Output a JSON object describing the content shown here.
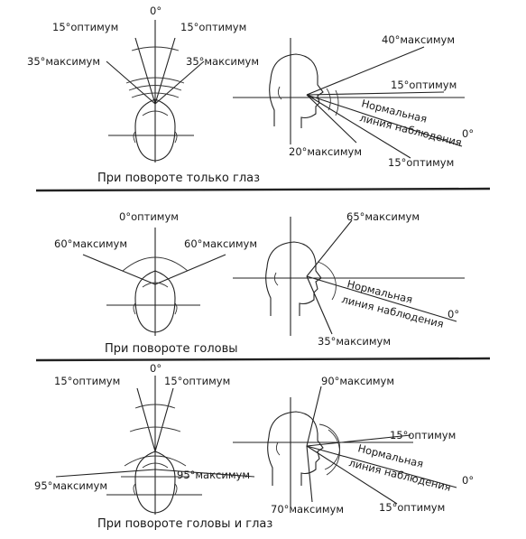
{
  "sections": [
    {
      "caption": "При повороте только глаз",
      "top": {
        "zero": "0°",
        "left_opt": "15°оптимум",
        "right_opt": "15°оптимум",
        "left_max": "35°максимум",
        "right_max": "35°максимум"
      },
      "side": {
        "up_max": "40°максимум",
        "up_opt": "15°оптимум",
        "normal_line_1": "Нормальная",
        "normal_line_2": "линия наблюдения",
        "zero": "0°",
        "down_max": "20°максимум",
        "down_opt": "15°оптимум"
      }
    },
    {
      "caption": "При повороте головы",
      "top": {
        "zero_opt": "0°оптимум",
        "left_max": "60°максимум",
        "right_max": "60°максимум"
      },
      "side": {
        "up_max": "65°максимум",
        "normal_line_1": "Нормальная",
        "normal_line_2": "линия наблюдения",
        "zero": "0°",
        "down_max": "35°максимум"
      }
    },
    {
      "caption": "При повороте головы  и глаз",
      "top": {
        "zero": "0°",
        "left_opt": "15°оптимум",
        "right_opt": "15°оптимум",
        "left_max": "95°максимум",
        "right_max": "95°максимум"
      },
      "side": {
        "up_max": "90°максимум",
        "up_opt": "15°оптимум",
        "normal_line_1": "Нормальная",
        "normal_line_2": "линия наблюдения",
        "zero": "0°",
        "down_max": "70°максимум",
        "down_opt": "15°оптимум"
      }
    }
  ]
}
